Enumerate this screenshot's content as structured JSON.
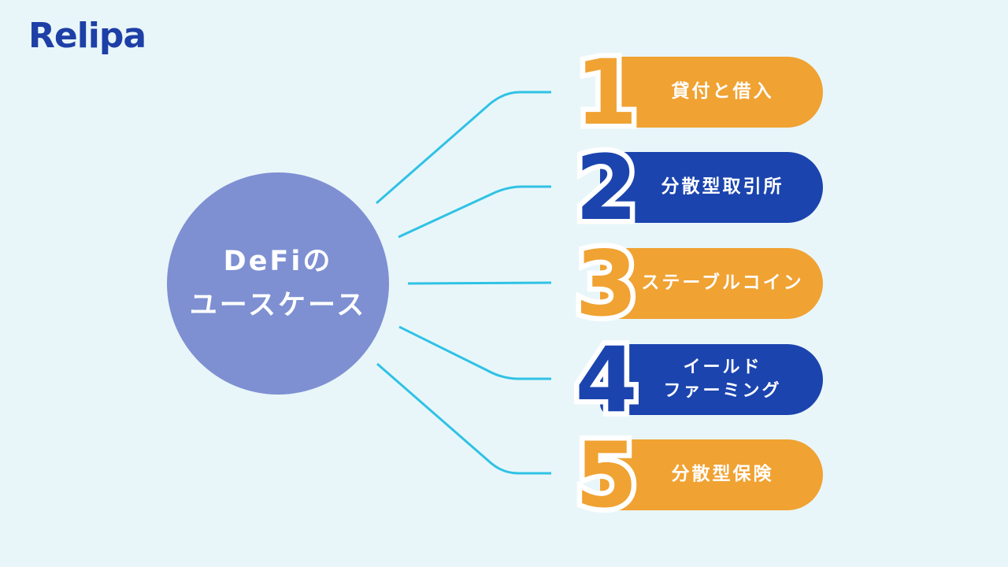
{
  "logo": {
    "text": "Relipa"
  },
  "center": {
    "line1": "DeFiの",
    "line2": "ユースケース"
  },
  "items": [
    {
      "number": "1",
      "label": "貸付と借入",
      "color": "#F0A232"
    },
    {
      "number": "2",
      "label": "分散型取引所",
      "color": "#1B44AE"
    },
    {
      "number": "3",
      "label": "ステーブルコイン",
      "color": "#F0A232"
    },
    {
      "number": "4",
      "label": "イールド\nファーミング",
      "color": "#1B44AE"
    },
    {
      "number": "5",
      "label": "分散型保険",
      "color": "#F0A232"
    }
  ],
  "colors": {
    "background": "#E9F6F9",
    "circle": "#7E90D2",
    "connector": "#2FC2E5",
    "logo": "#1D3FA6",
    "pill_text": "#FFFFFF"
  }
}
